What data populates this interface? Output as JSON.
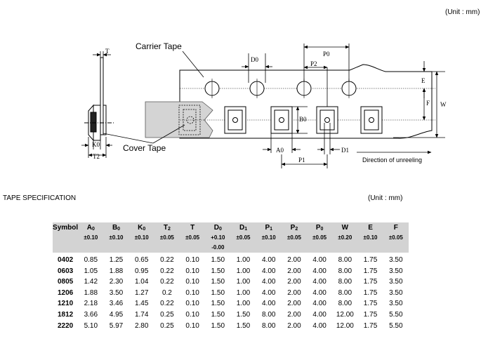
{
  "unit_top": "(Unit : mm)",
  "unit_table": "(Unit : mm)",
  "spec_title": "TAPE SPECIFICATION",
  "diagram": {
    "carrier_tape": "Carrier Tape",
    "cover_tape": "Cover Tape",
    "direction": "Direction of unreeling",
    "dims": {
      "T": "T",
      "K0": "K0",
      "T2": "T2",
      "D0": "D0",
      "P0": "P0",
      "P2": "P2",
      "E": "E",
      "F": "F",
      "W": "W",
      "B0": "B0",
      "A0": "A0",
      "P1": "P1",
      "D1": "D1"
    }
  },
  "table": {
    "headers": [
      {
        "base": "Symbol",
        "sub": ""
      },
      {
        "base": "A",
        "sub": "0"
      },
      {
        "base": "B",
        "sub": "0"
      },
      {
        "base": "K",
        "sub": "0"
      },
      {
        "base": "T",
        "sub": "2"
      },
      {
        "base": "T",
        "sub": ""
      },
      {
        "base": "D",
        "sub": "0"
      },
      {
        "base": "D",
        "sub": "1"
      },
      {
        "base": "P",
        "sub": "1"
      },
      {
        "base": "P",
        "sub": "2"
      },
      {
        "base": "P",
        "sub": "0"
      },
      {
        "base": "W",
        "sub": ""
      },
      {
        "base": "E",
        "sub": ""
      },
      {
        "base": "F",
        "sub": ""
      }
    ],
    "tolerances": [
      "",
      "±0.10",
      "±0.10",
      "±0.10",
      "±0.05",
      "±0.05",
      "+0.10",
      "±0.05",
      "±0.10",
      "±0.05",
      "±0.05",
      "±0.20",
      "±0.10",
      "±0.05"
    ],
    "tolerance_extra": "-0.00",
    "rows": [
      [
        "0402",
        "0.85",
        "1.25",
        "0.65",
        "0.22",
        "0.10",
        "1.50",
        "1.00",
        "4.00",
        "2.00",
        "4.00",
        "8.00",
        "1.75",
        "3.50"
      ],
      [
        "0603",
        "1.05",
        "1.88",
        "0.95",
        "0.22",
        "0.10",
        "1.50",
        "1.00",
        "4.00",
        "2.00",
        "4.00",
        "8.00",
        "1.75",
        "3.50"
      ],
      [
        "0805",
        "1.42",
        "2.30",
        "1.04",
        "0.22",
        "0.10",
        "1.50",
        "1.00",
        "4.00",
        "2.00",
        "4.00",
        "8.00",
        "1.75",
        "3.50"
      ],
      [
        "1206",
        "1.88",
        "3.50",
        "1.27",
        "0.2",
        "0.10",
        "1.50",
        "1.00",
        "4.00",
        "2.00",
        "4.00",
        "8.00",
        "1.75",
        "3.50"
      ],
      [
        "1210",
        "2.18",
        "3.46",
        "1.45",
        "0.22",
        "0.10",
        "1.50",
        "1.00",
        "4.00",
        "2.00",
        "4.00",
        "8.00",
        "1.75",
        "3.50"
      ],
      [
        "1812",
        "3.66",
        "4.95",
        "1.74",
        "0.25",
        "0.10",
        "1.50",
        "1.50",
        "8.00",
        "2.00",
        "4.00",
        "12.00",
        "1.75",
        "5.50"
      ],
      [
        "2220",
        "5.10",
        "5.97",
        "2.80",
        "0.25",
        "0.10",
        "1.50",
        "1.50",
        "8.00",
        "2.00",
        "4.00",
        "12.00",
        "1.75",
        "5.50"
      ]
    ]
  }
}
